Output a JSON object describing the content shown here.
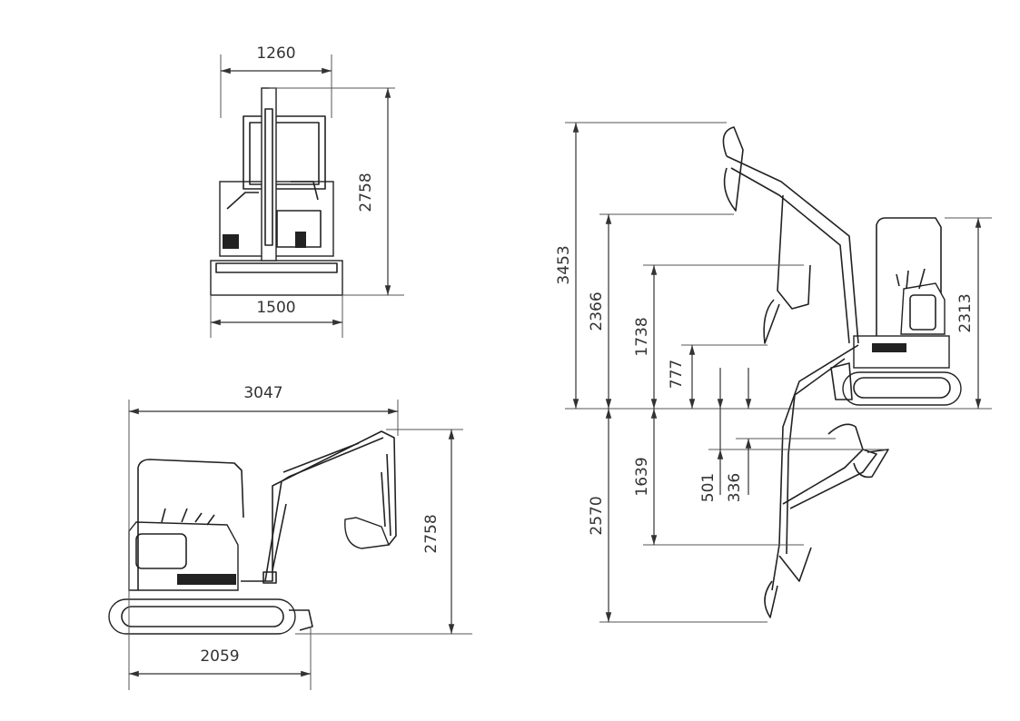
{
  "front_view": {
    "width_top": "1260",
    "height": "2758",
    "track_width": "1500"
  },
  "side_view": {
    "overall_length": "3047",
    "height": "2758",
    "track_length": "2059"
  },
  "working_range": {
    "max_dig_height": "3453",
    "max_dump_height": "2366",
    "dump_height_mid": "1738",
    "dump_height_low": "777",
    "canopy_height": "2313",
    "blade_raise_a": "501",
    "blade_raise_b": "336",
    "vertical_dig_depth": "1639",
    "max_dig_depth": "2570"
  }
}
